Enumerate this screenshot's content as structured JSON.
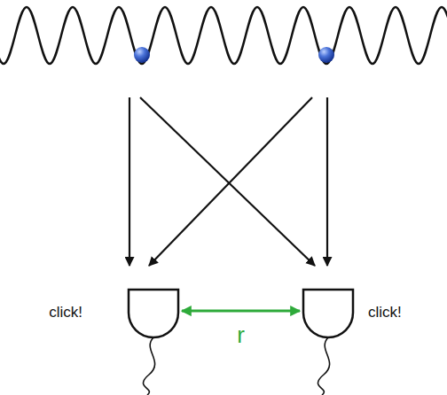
{
  "diagram": {
    "nodes": [
      {
        "text": [
          "click!"
        ]
      },
      {
        "text": [
          "click!"
        ]
      }
    ],
    "edges": [
      {
        "from": 0,
        "to": 1,
        "arrow": "both",
        "label": "r"
      }
    ]
  }
}
